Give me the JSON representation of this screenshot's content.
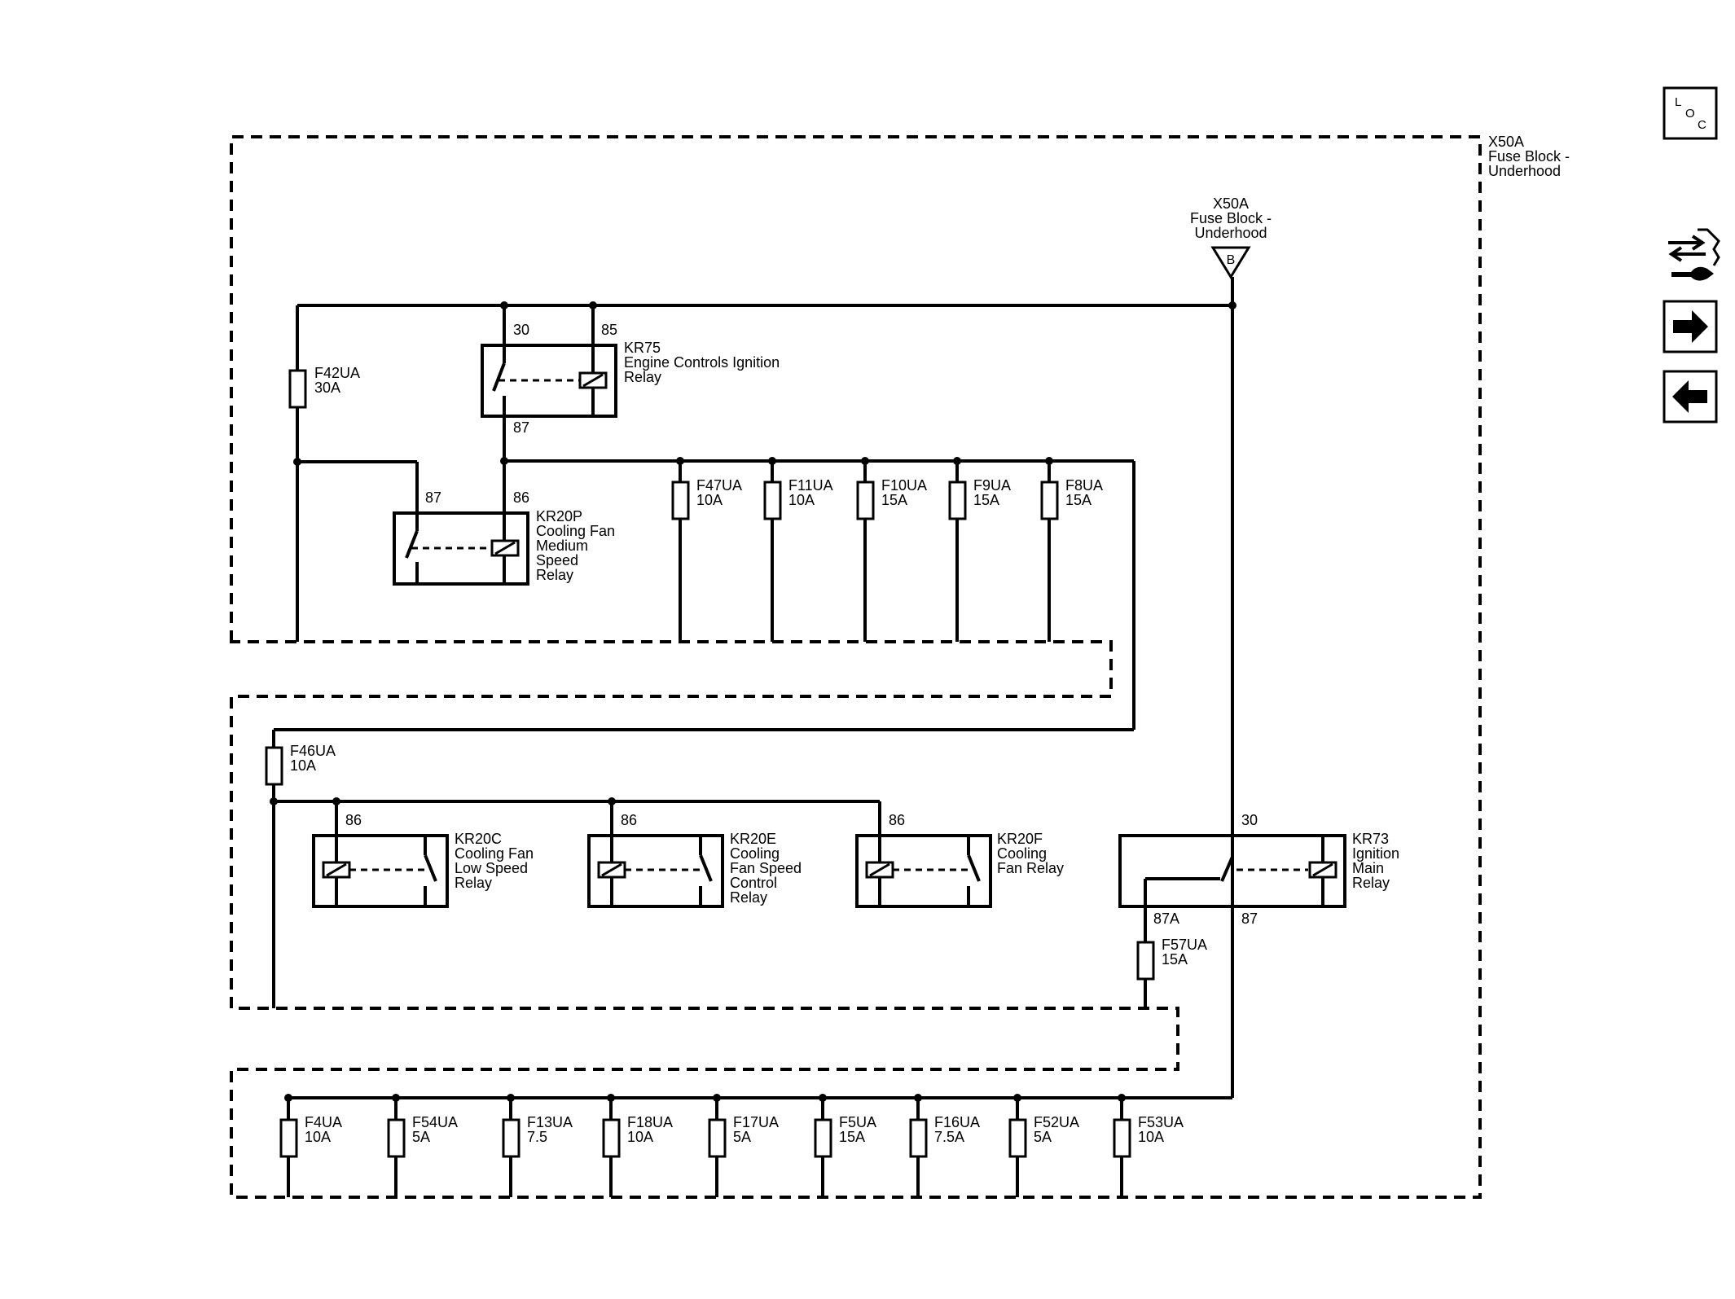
{
  "outer_block": {
    "id": "X50A",
    "name_line1": "Fuse Block -",
    "name_line2": "Underhood"
  },
  "connector": {
    "id": "X50A",
    "name_line1": "Fuse Block -",
    "name_line2": "Underhood",
    "pin": "B"
  },
  "relays": {
    "kr75": {
      "id": "KR75",
      "line1": "Engine Controls Ignition",
      "line2": "Relay",
      "pin_a": "30",
      "pin_b": "85",
      "pin_c": "87"
    },
    "kr20p": {
      "id": "KR20P",
      "line1": "Cooling Fan",
      "line2": "Medium",
      "line3": "Speed",
      "line4": "Relay",
      "pin_a": "87",
      "pin_b": "86"
    },
    "kr20c": {
      "id": "KR20C",
      "line1": "Cooling Fan",
      "line2": "Low Speed",
      "line3": "Relay",
      "pin": "86"
    },
    "kr20e": {
      "id": "KR20E",
      "line1": "Cooling",
      "line2": "Fan Speed",
      "line3": "Control",
      "line4": "Relay",
      "pin": "86"
    },
    "kr20f": {
      "id": "KR20F",
      "line1": "Cooling",
      "line2": "Fan Relay",
      "pin": "86"
    },
    "kr73": {
      "id": "KR73",
      "line1": "Ignition",
      "line2": "Main",
      "line3": "Relay",
      "pin_a": "30",
      "pin_b": "87A",
      "pin_c": "87"
    }
  },
  "fuses": {
    "f42ua": {
      "id": "F42UA",
      "rating": "30A"
    },
    "f47ua": {
      "id": "F47UA",
      "rating": "10A"
    },
    "f11ua": {
      "id": "F11UA",
      "rating": "10A"
    },
    "f10ua": {
      "id": "F10UA",
      "rating": "15A"
    },
    "f9ua": {
      "id": "F9UA",
      "rating": "15A"
    },
    "f8ua": {
      "id": "F8UA",
      "rating": "15A"
    },
    "f46ua": {
      "id": "F46UA",
      "rating": "10A"
    },
    "f57ua": {
      "id": "F57UA",
      "rating": "15A"
    },
    "f4ua": {
      "id": "F4UA",
      "rating": "10A"
    },
    "f54ua": {
      "id": "F54UA",
      "rating": "5A"
    },
    "f13ua": {
      "id": "F13UA",
      "rating": "7.5"
    },
    "f18ua": {
      "id": "F18UA",
      "rating": "10A"
    },
    "f17ua": {
      "id": "F17UA",
      "rating": "5A"
    },
    "f5ua": {
      "id": "F5UA",
      "rating": "15A"
    },
    "f16ua": {
      "id": "F16UA",
      "rating": "7.5A"
    },
    "f52ua": {
      "id": "F52UA",
      "rating": "5A"
    },
    "f53ua": {
      "id": "F53UA",
      "rating": "10A"
    }
  },
  "nav": {
    "loc_l": "L",
    "loc_o": "O",
    "loc_c": "C",
    "icons": [
      "loc-icon",
      "component-swap-icon",
      "next-arrow-icon",
      "previous-arrow-icon"
    ]
  }
}
